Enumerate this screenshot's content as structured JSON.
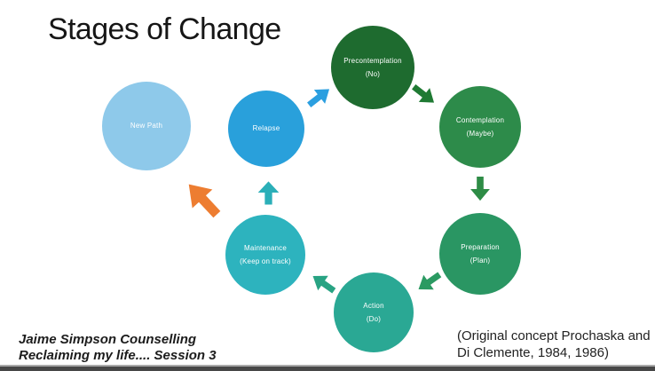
{
  "slide": {
    "title": "Stages of Change",
    "footer": {
      "line1": "Jaime Simpson Counselling",
      "line2": "Reclaiming my life.... Session 3"
    },
    "citation": "(Original concept Prochaska and Di Clemente, 1984, 1986)"
  },
  "diagram": {
    "type": "cycle",
    "stages": [
      {
        "id": "new-path",
        "label": "New Path",
        "sublabel": "",
        "color": "#8EC9EA"
      },
      {
        "id": "relapse",
        "label": "Relapse",
        "sublabel": "",
        "color": "#29A0DB"
      },
      {
        "id": "precontemplation",
        "label": "Precontemplation",
        "sublabel": "(No)",
        "color": "#1E6B2F"
      },
      {
        "id": "contemplation",
        "label": "Contemplation",
        "sublabel": "(Maybe)",
        "color": "#2D8B4A"
      },
      {
        "id": "preparation",
        "label": "Preparation",
        "sublabel": "(Plan)",
        "color": "#2A9663"
      },
      {
        "id": "action",
        "label": "Action",
        "sublabel": "(Do)",
        "color": "#2AA894"
      },
      {
        "id": "maintenance",
        "label": "Maintenance",
        "sublabel": "(Keep on track)",
        "color": "#2DB3BE"
      }
    ],
    "arrows": [
      {
        "from": "relapse",
        "to": "precontemplation",
        "color": "#2B9FE0"
      },
      {
        "from": "precontemplation",
        "to": "contemplation",
        "color": "#1F7A33"
      },
      {
        "from": "contemplation",
        "to": "preparation",
        "color": "#2E8C46"
      },
      {
        "from": "preparation",
        "to": "action",
        "color": "#2B9A62"
      },
      {
        "from": "action",
        "to": "maintenance",
        "color": "#28A383"
      },
      {
        "from": "maintenance",
        "to": "relapse",
        "color": "#2BAFB8"
      },
      {
        "from": "relapse",
        "to": "new-path",
        "color": "#ED7D31"
      }
    ]
  },
  "bottom_bar": {
    "color": "#474747"
  }
}
